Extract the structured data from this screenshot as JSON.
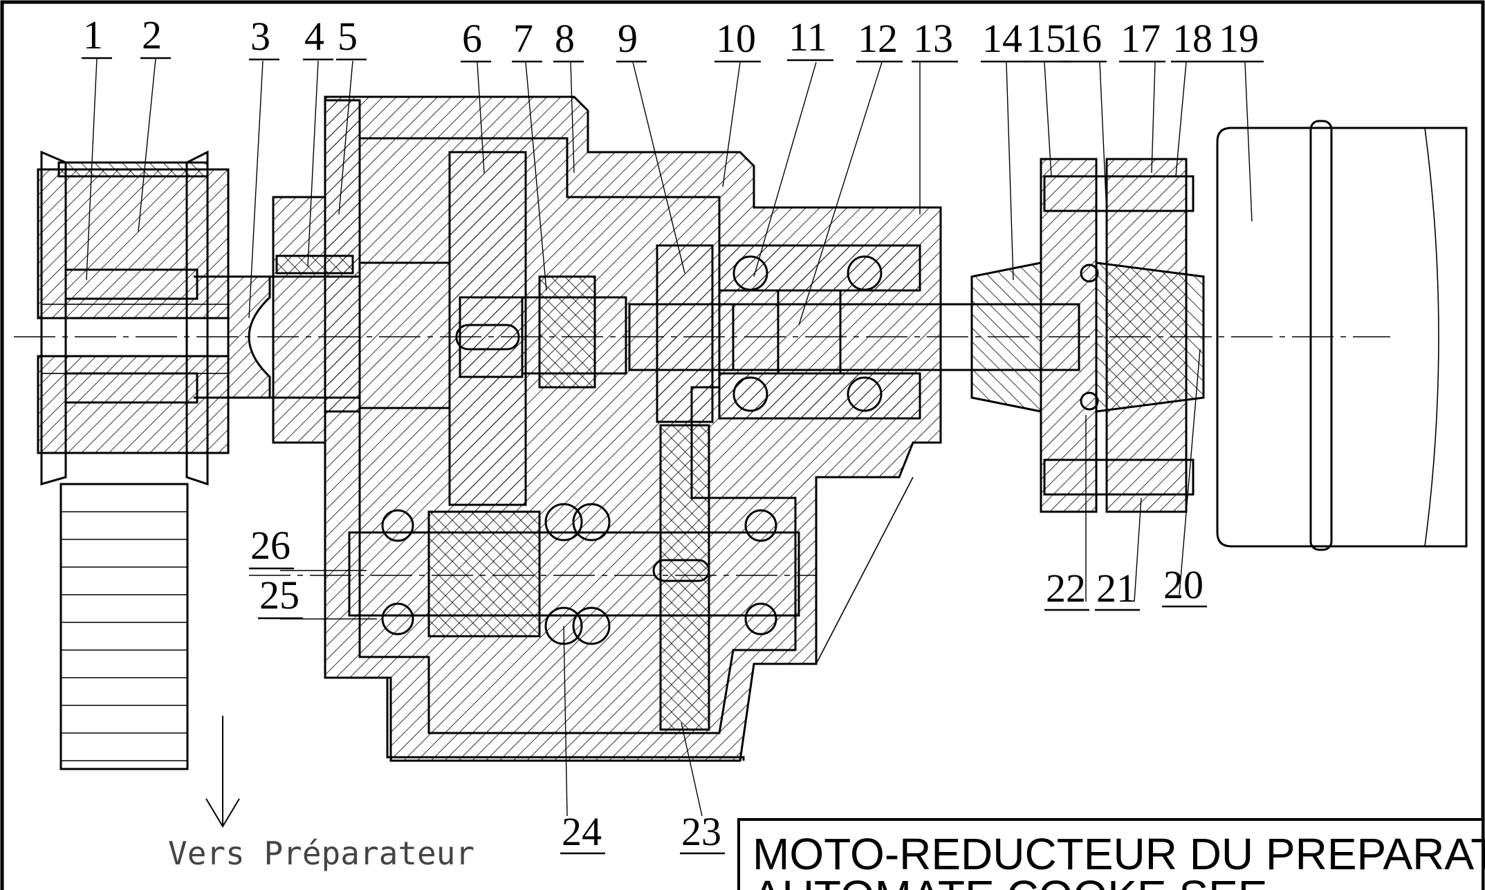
{
  "drawing": {
    "title_line1": "MOTO-REDUCTEUR DU PREPARATEUR",
    "title_line2": "AUTOMATE COOKE SEE",
    "direction_label": "Vers Préparateur",
    "callouts_top": [
      "1",
      "2",
      "3",
      "4",
      "5",
      "6",
      "7",
      "8",
      "9",
      "10",
      "11",
      "12",
      "13",
      "14",
      "15",
      "16",
      "17",
      "18",
      "19"
    ],
    "callouts_bottom": [
      "26",
      "25",
      "24",
      "23",
      "22",
      "21",
      "20"
    ]
  }
}
